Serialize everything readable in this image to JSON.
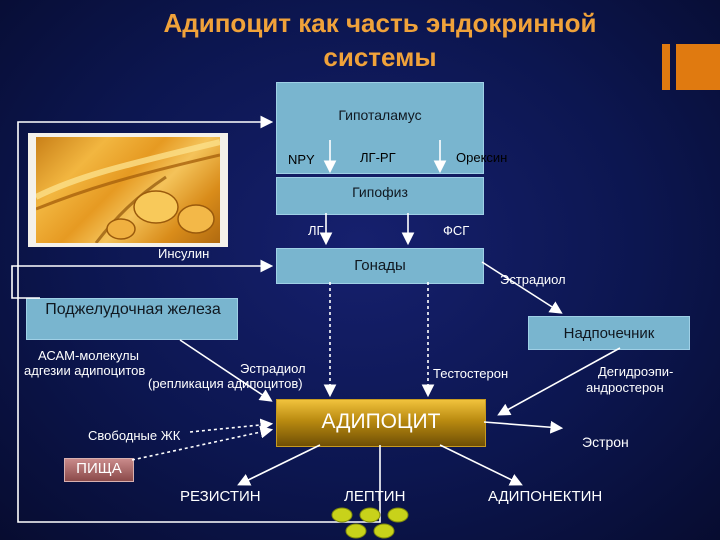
{
  "title": "Адипоцит как часть эндокринной системы",
  "nodes": {
    "hypothalamus": "Гипоталамус",
    "pituitary": "Гипофиз",
    "gonads": "Гонады",
    "pancreas": "Поджелудочная железа",
    "adrenal": "Надпочечник",
    "adipocyte": "АДИПОЦИТ",
    "food": "ПИЩА"
  },
  "labels": {
    "npy": "NPY",
    "lh_rh": "ЛГ-РГ",
    "orexin": "Орексин",
    "lh": "ЛГ",
    "fsh": "ФСГ",
    "insulin": "Инсулин",
    "estradiol_top": "Эстрадиол",
    "acam_line1": "АСАМ-молекулы",
    "acam_line2": "адгезии адипоцитов",
    "estradiol_mid_line1": "Эстрадиол",
    "estradiol_mid_line2": "(репликация адипоцитов)",
    "testosterone": "Тестостерон",
    "dhea_line1": "Дегидроэпи-",
    "dhea_line2": "андростерон",
    "free_fa": "Свободные ЖК",
    "estrone": "Эстрон",
    "resistin": "РЕЗИСТИН",
    "leptin": "ЛЕПТИН",
    "adiponectin": "АДИПОНЕКТИН"
  },
  "colors": {
    "title": "#f0a23a",
    "accent": "#e07a10",
    "box": "#79b5cf",
    "leptin_dots": "#c8d21a"
  },
  "icons": [
    "cell-micrograph-image",
    "leptin-molecule-dots"
  ]
}
